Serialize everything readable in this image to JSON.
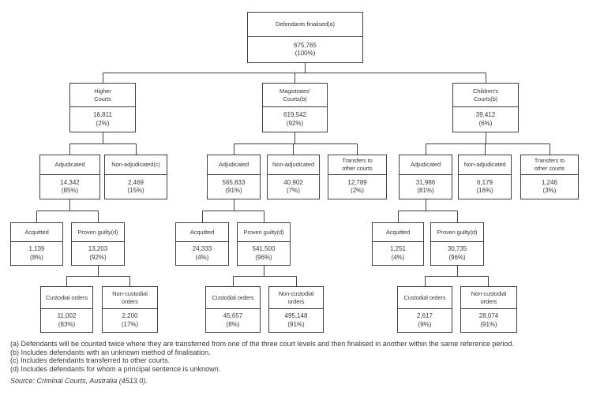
{
  "diagram": {
    "nodes": {
      "root": {
        "label": "Defendants finalised(a)",
        "value": "675,765",
        "pct": "(100%)"
      },
      "higher": {
        "label": "Higher\nCourts",
        "value": "16,811",
        "pct": "(2%)"
      },
      "magistrates": {
        "label": "Magistrates'\nCourts(b)",
        "value": "619,542",
        "pct": "(92%)"
      },
      "childrens": {
        "label": "Children's\nCourts(b)",
        "value": "39,412",
        "pct": "(6%)"
      },
      "hc_adj": {
        "label": "Adjudicated",
        "value": "14,342",
        "pct": "(85%)"
      },
      "hc_nonadj": {
        "label": "Non-adjudicated(c)",
        "value": "2,469",
        "pct": "(15%)"
      },
      "mc_adj": {
        "label": "Adjudicated",
        "value": "565,833",
        "pct": "(91%)"
      },
      "mc_nonadj": {
        "label": "Non-adjudicated",
        "value": "40,902",
        "pct": "(7%)"
      },
      "mc_transfers": {
        "label": "Transfers to\nother courts",
        "value": "12,789",
        "pct": "(2%)"
      },
      "cc_adj": {
        "label": "Adjudicated",
        "value": "31,986",
        "pct": "(81%)"
      },
      "cc_nonadj": {
        "label": "Non-adjudicated",
        "value": "6,179",
        "pct": "(16%)"
      },
      "cc_transfers": {
        "label": "Transfers to\nother courts",
        "value": "1,246",
        "pct": "(3%)"
      },
      "hc_acq": {
        "label": "Acquitted",
        "value": "1,139",
        "pct": "(8%)"
      },
      "hc_proven": {
        "label": "Proven guilty(d)",
        "value": "13,203",
        "pct": "(92%)"
      },
      "mc_acq": {
        "label": "Acquitted",
        "value": "24,333",
        "pct": "(4%)"
      },
      "mc_proven": {
        "label": "Proven guilty(d)",
        "value": "541,500",
        "pct": "(96%)"
      },
      "cc_acq": {
        "label": "Acquitted",
        "value": "1,251",
        "pct": "(4%)"
      },
      "cc_proven": {
        "label": "Proven guilty(d)",
        "value": "30,735",
        "pct": "(96%)"
      },
      "hc_cust": {
        "label": "Custodial orders",
        "value": "11,002",
        "pct": "(83%)"
      },
      "hc_noncust": {
        "label": "Non-custodial\norders",
        "value": "2,200",
        "pct": "(17%)"
      },
      "mc_cust": {
        "label": "Custodial orders",
        "value": "45,657",
        "pct": "(8%)"
      },
      "mc_noncust": {
        "label": "Non-custodial\norders",
        "value": "495,148",
        "pct": "(91%)"
      },
      "cc_cust": {
        "label": "Custodial orders",
        "value": "2,617",
        "pct": "(9%)"
      },
      "cc_noncust": {
        "label": "Non-custodial\norders",
        "value": "28,074",
        "pct": "(91%)"
      }
    },
    "footnotes": [
      "(a) Defendants will be counted twice where they are transferred from one of the three court levels and then finalised in another within the same reference period.",
      "(b) Includes defendants with an unknown method of finalisation.",
      "(c) Includes defendants transferred to other courts.",
      "(d) Includes defendants for whom a principal sentence is unknown."
    ],
    "source": "Source: Criminal Courts, Australia (4513.0)."
  },
  "colors": {
    "line": "#3f3f46",
    "text": "#38383f",
    "background": "#ffffff"
  }
}
